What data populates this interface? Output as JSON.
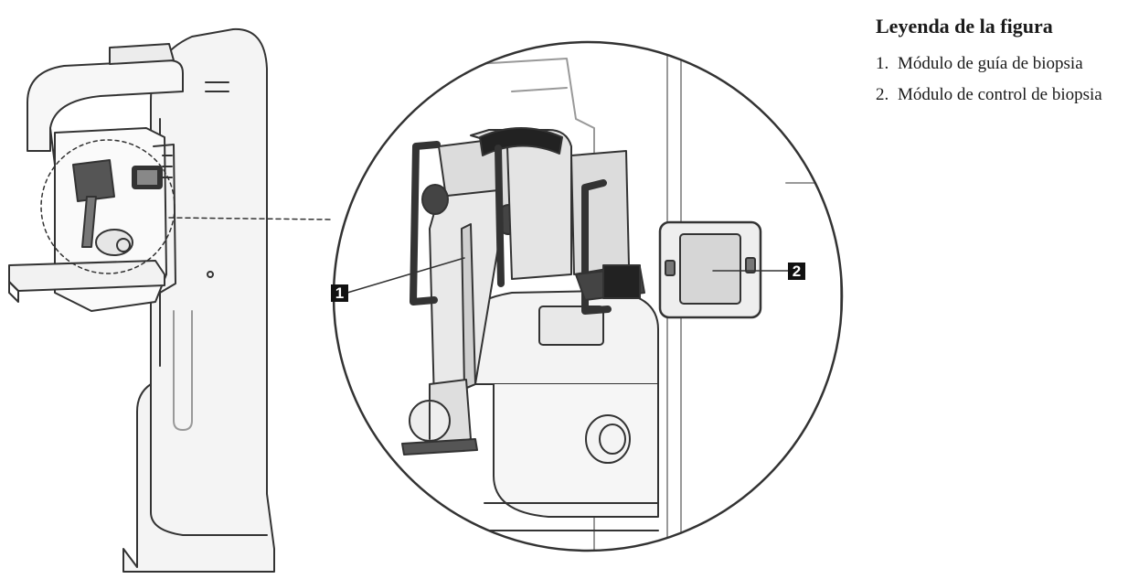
{
  "legend": {
    "title": "Leyenda de la figura",
    "items": [
      {
        "number": "1.",
        "text": "Módulo de guía de biopsia"
      },
      {
        "number": "2.",
        "text": "Módulo de control de biopsia"
      }
    ]
  },
  "callouts": [
    {
      "label": "1",
      "target": "Módulo de guía de biopsia"
    },
    {
      "label": "2",
      "target": "Módulo de control de biopsia"
    }
  ]
}
